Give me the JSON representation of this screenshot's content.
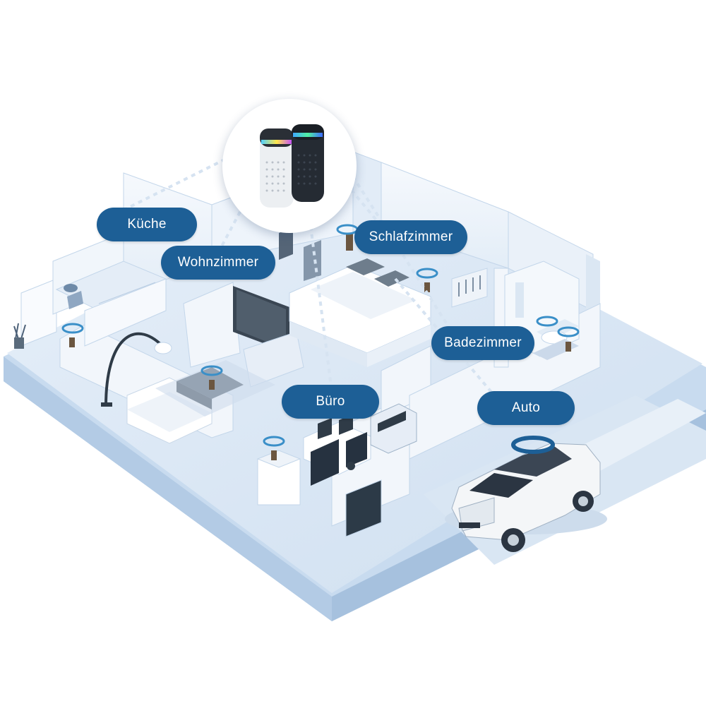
{
  "labels": {
    "kueche": "Küche",
    "wohnzimmer": "Wohnzimmer",
    "schlafzimmer": "Schlafzimmer",
    "badezimmer": "Badezimmer",
    "buero": "Büro",
    "auto": "Auto"
  },
  "colors": {
    "label_bg": "#1d5f96",
    "floor": "#dbe8f5",
    "wall": "#f3f7fc",
    "wall_edge": "#c3d6ea",
    "outline": "#a9c1db",
    "car": "#f4f6f8"
  },
  "icons": {
    "product": "air-purifier-pair",
    "airflow": "airflow-circle-icon"
  }
}
